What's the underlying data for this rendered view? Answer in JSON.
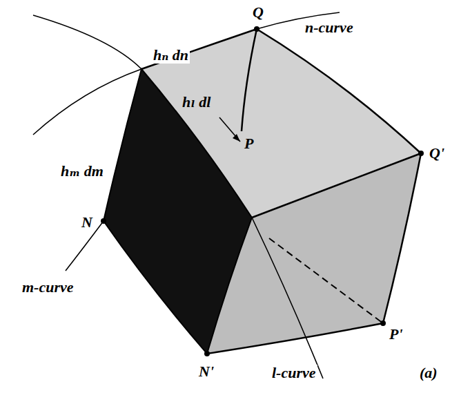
{
  "diagram": {
    "labels": [
      "Q",
      "n-curve",
      "hₙ dn",
      "hₗ dl",
      "P",
      "hₘ dm",
      "N",
      "m-curve",
      "Q'",
      "P'",
      "N'",
      "l-curve",
      "(a)"
    ]
  }
}
